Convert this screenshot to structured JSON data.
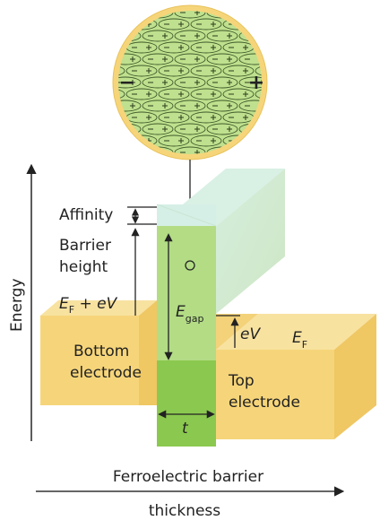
{
  "labels": {
    "affinity": "Affinity",
    "barrier_height_line1": "Barrier",
    "barrier_height_line2": "height",
    "ef_plus_ev_E": "E",
    "ef_plus_ev_sub": "F",
    "ef_plus_ev_rest": " + eV",
    "egap_E": "E",
    "egap_sub": "gap",
    "ev": "eV",
    "ef_E": "E",
    "ef_sub": "F",
    "bottom_electrode_line1": "Bottom",
    "bottom_electrode_line2": "electrode",
    "top_electrode_line1": "Top",
    "top_electrode_line2": "electrode",
    "thickness_symbol": "t",
    "y_axis": "Energy",
    "x_axis_line1": "Ferroelectric barrier",
    "x_axis_line2": "thickness",
    "polarization_minus": "−",
    "polarization_plus": "+"
  },
  "colors": {
    "electrode_yellow": "#f6d57a",
    "electrode_side": "#efc763",
    "barrier_front": "#b3dc85",
    "barrier_side": "#cfe9c7",
    "barrier_top": "#d9f0e5",
    "barrier_base": "#8bc84f",
    "circle_green": "#bfe08e",
    "axis": "#333333"
  }
}
